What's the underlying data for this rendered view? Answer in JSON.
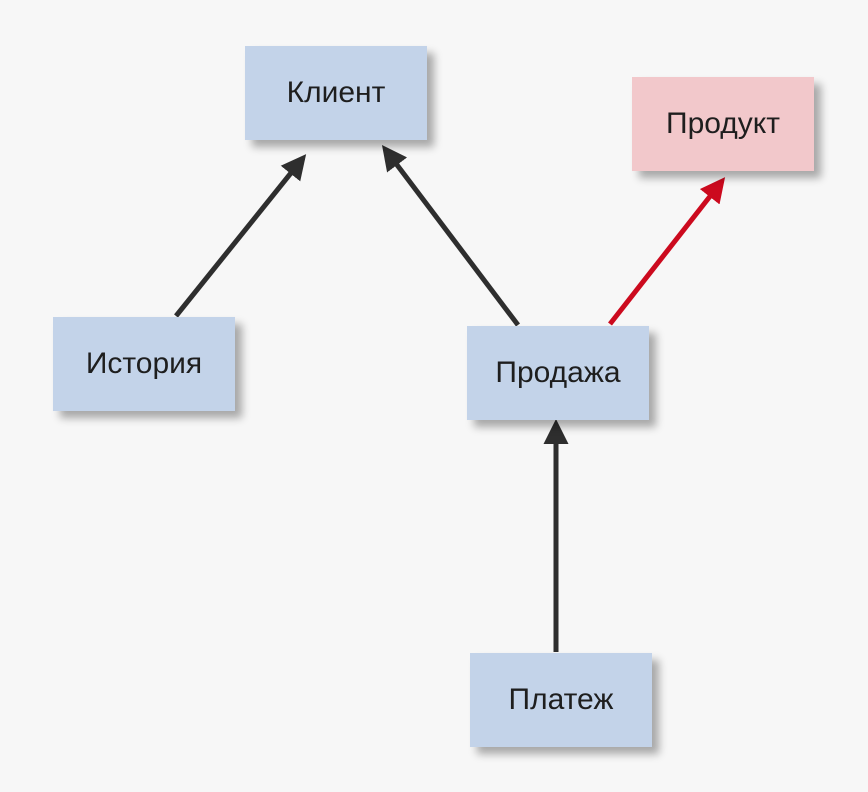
{
  "colors": {
    "node_fill": "#c3d3e9",
    "node_highlight_fill": "#f2c8cb",
    "edge_default": "#2e2e2e",
    "edge_highlight": "#cc0a1e"
  },
  "nodes": {
    "client": {
      "label": "Клиент",
      "highlighted": false
    },
    "product": {
      "label": "Продукт",
      "highlighted": true
    },
    "history": {
      "label": "История",
      "highlighted": false
    },
    "sale": {
      "label": "Продажа",
      "highlighted": false
    },
    "payment": {
      "label": "Платеж",
      "highlighted": false
    }
  },
  "edges": [
    {
      "from": "history",
      "to": "client",
      "highlighted": false
    },
    {
      "from": "sale",
      "to": "client",
      "highlighted": false
    },
    {
      "from": "sale",
      "to": "product",
      "highlighted": true
    },
    {
      "from": "payment",
      "to": "sale",
      "highlighted": false
    }
  ]
}
